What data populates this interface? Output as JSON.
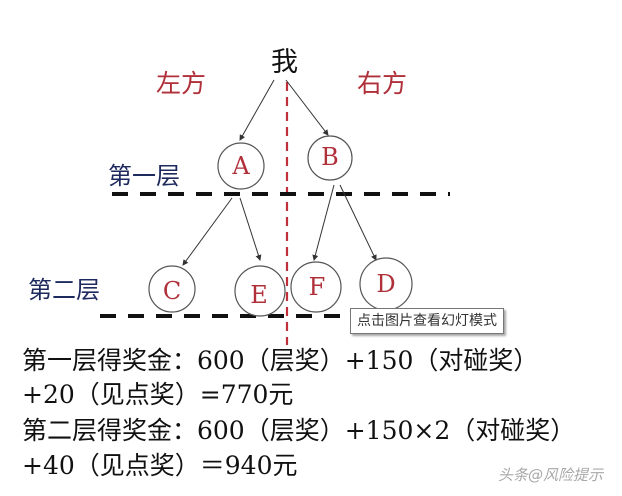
{
  "diagram": {
    "root_label": "我",
    "left_label": "左方",
    "right_label": "右方",
    "layers": [
      {
        "label": "第一层",
        "nodes": [
          "A",
          "B"
        ]
      },
      {
        "label": "第二层",
        "nodes": [
          "C",
          "E",
          "F",
          "D"
        ]
      }
    ],
    "nodes": {
      "A": {
        "label": "A",
        "parent": "我",
        "side": "左方"
      },
      "B": {
        "label": "B",
        "parent": "我",
        "side": "右方"
      },
      "C": {
        "label": "C",
        "parent": "A",
        "side": "左方"
      },
      "E": {
        "label": "E",
        "parent": "A",
        "side": "左方"
      },
      "F": {
        "label": "F",
        "parent": "B",
        "side": "右方"
      },
      "D": {
        "label": "D",
        "parent": "B",
        "side": "右方"
      }
    },
    "colors": {
      "side_text": "#b0303a",
      "layer_text": "#1e2a5e",
      "divider_line": "#c0303a",
      "layer_line": "#111111"
    }
  },
  "formulas": {
    "line1": "第一层得奖金：600（层奖）+150（对碰奖）",
    "line2": "+20（见点奖）=770元",
    "line3": "第二层得奖金：600（层奖）+150×2（对碰奖）",
    "line4": "+40（见点奖）＝940元"
  },
  "tooltip": {
    "text": "点击图片查看幻灯模式"
  },
  "watermark": {
    "text": "头条@风险提示"
  }
}
